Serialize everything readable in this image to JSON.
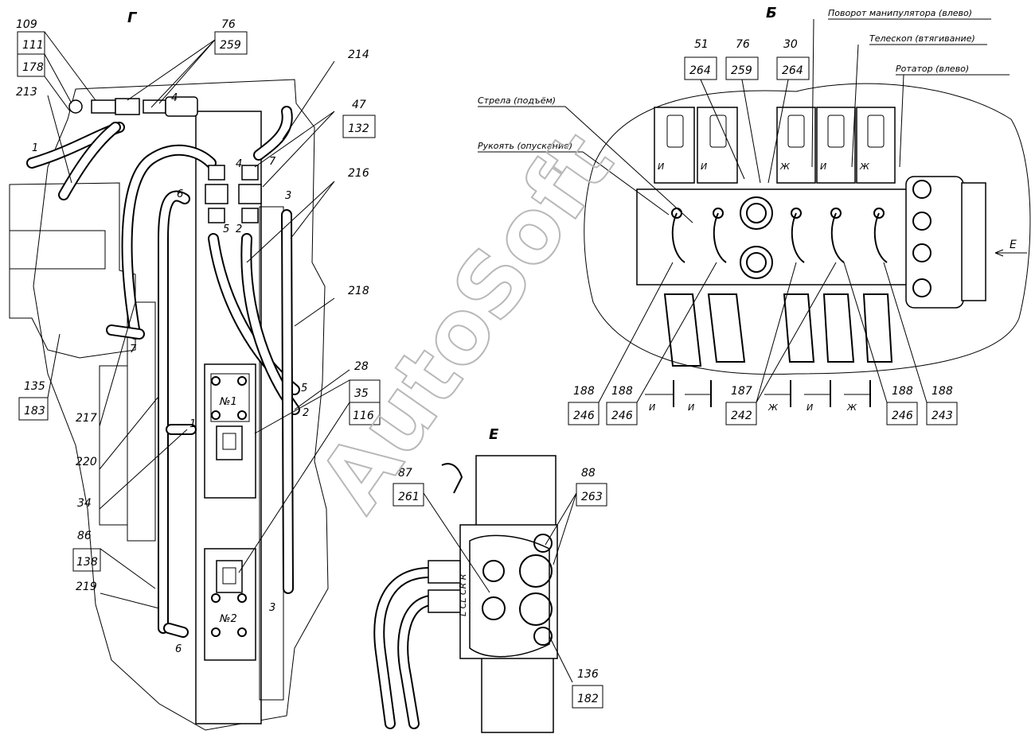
{
  "views": {
    "g": "Г",
    "b": "Б",
    "e": "Е"
  },
  "watermark": "AutoSoft",
  "captions": {
    "boom_up": "Стрела (подъём)",
    "arm_down": "Рукоять (опускание)",
    "rotate_left": "Поворот манипулятора (влево)",
    "telescope_in": "Телескоп (втягивание)",
    "rotator_left": "Ротатор (влево)"
  },
  "valves": {
    "n1": "№1",
    "n2": "№2"
  },
  "b_arrow": "E",
  "b_section_marks": [
    "И",
    "И",
    "Ж",
    "И",
    "Ж"
  ],
  "b_spool_marks": [
    "И",
    "И",
    "Ж",
    "И",
    "Ж"
  ],
  "e_port_text": "L  CL  CR  R",
  "callouts_g": {
    "c109": "109",
    "c111": "111",
    "c178": "178",
    "c213": "213",
    "c76": "76",
    "c259": "259",
    "c214": "214",
    "c47": "47",
    "c132": "132",
    "c216": "216",
    "c218": "218",
    "c28": "28",
    "c35": "35",
    "c116": "116",
    "c135": "135",
    "c183": "183",
    "c217": "217",
    "c220": "220",
    "c34": "34",
    "c86": "86",
    "c138": "138",
    "c219": "219"
  },
  "callouts_b": {
    "c51": "51",
    "c264a": "264",
    "c76": "76",
    "c259": "259",
    "c30": "30",
    "c264b": "264",
    "c188a": "188",
    "c246a": "246",
    "c188b": "188",
    "c246b": "246",
    "c187": "187",
    "c242": "242",
    "c188c": "188",
    "c246c": "246",
    "c188d": "188",
    "c243": "243"
  },
  "callouts_e": {
    "c87": "87",
    "c261": "261",
    "c88": "88",
    "c263": "263",
    "c136": "136",
    "c182": "182"
  },
  "ports_g": {
    "p4a": "4",
    "p4b": "4",
    "p1a": "1",
    "p6a": "6",
    "p3a": "3",
    "p5a": "5",
    "p2a": "2",
    "p7": "7",
    "p5b": "5",
    "p2b": "2",
    "p1b": "1",
    "p3b": "3",
    "p6b": "6",
    "p7b": "7"
  }
}
